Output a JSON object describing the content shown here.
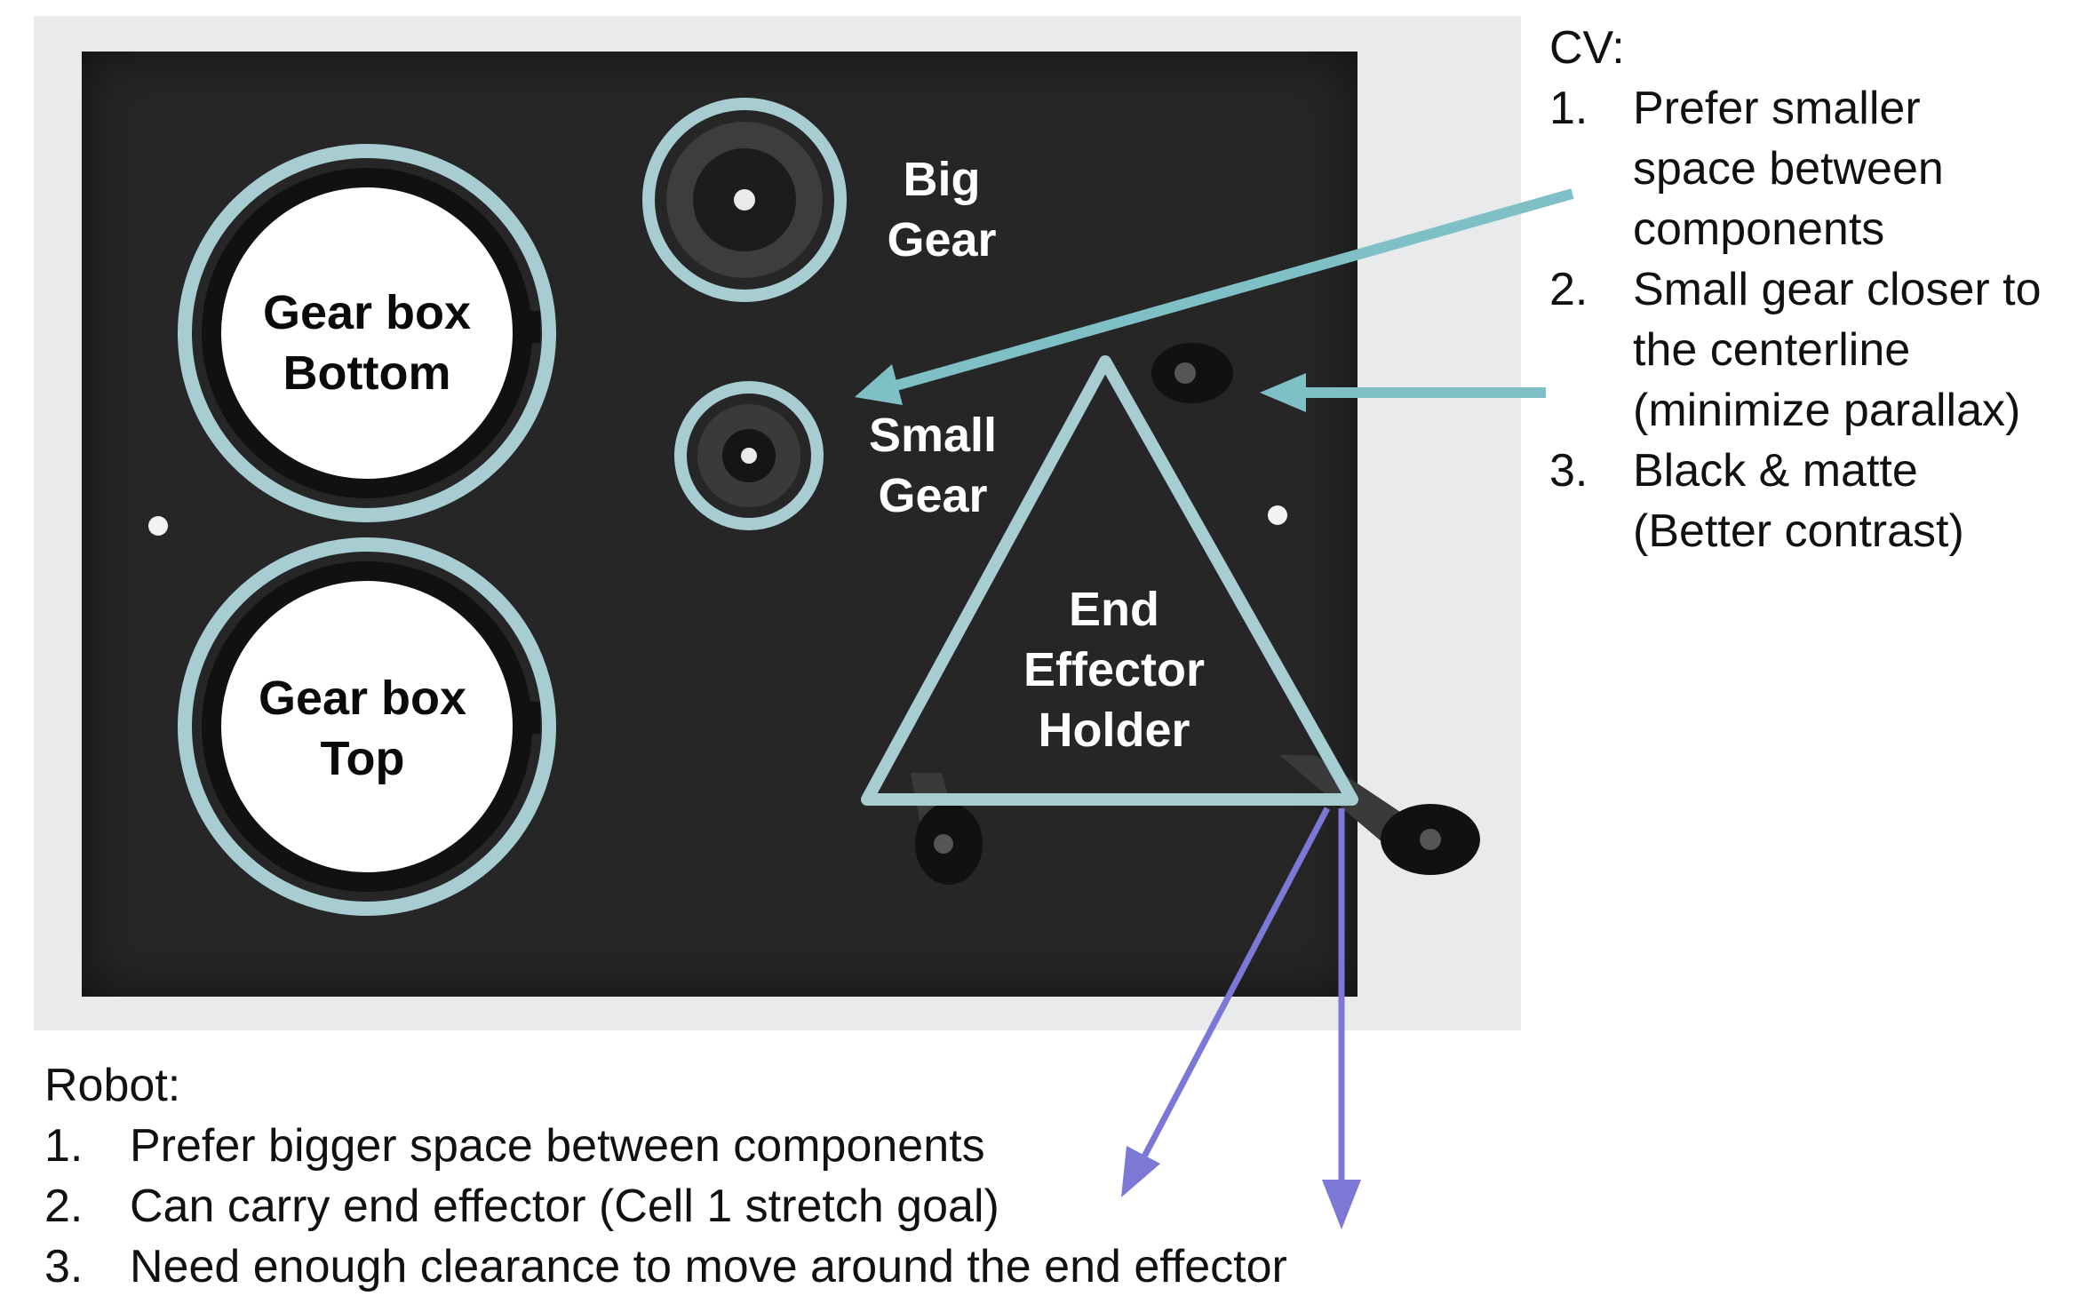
{
  "components": {
    "gearbox_bottom": [
      "Gear box",
      "Bottom"
    ],
    "gearbox_top": [
      "Gear box",
      "Top"
    ],
    "big_gear": [
      "Big",
      "Gear"
    ],
    "small_gear": [
      "Small",
      "Gear"
    ],
    "end_effector_holder": [
      "End",
      "Effector",
      "Holder"
    ]
  },
  "cv": {
    "title": "CV:",
    "items": [
      {
        "num": "1.",
        "lines": [
          "Prefer smaller",
          "space between",
          "components"
        ]
      },
      {
        "num": "2.",
        "lines": [
          "Small gear closer to",
          "the centerline",
          "(minimize parallax)"
        ]
      },
      {
        "num": "3.",
        "lines": [
          "Black & matte",
          "(Better contrast)"
        ]
      }
    ]
  },
  "robot": {
    "title": "Robot:",
    "items": [
      {
        "num": "1.",
        "text": "Prefer bigger space between components"
      },
      {
        "num": "2.",
        "text": "Can carry end effector (Cell 1 stretch goal)"
      },
      {
        "num": "3.",
        "text": "Need enough clearance to move around the end effector"
      }
    ]
  },
  "colors": {
    "outline_teal": "#a7cdd2",
    "arrow_teal": "#7fbfc6",
    "arrow_purple": "#7b78d6",
    "plate": "#262626"
  }
}
